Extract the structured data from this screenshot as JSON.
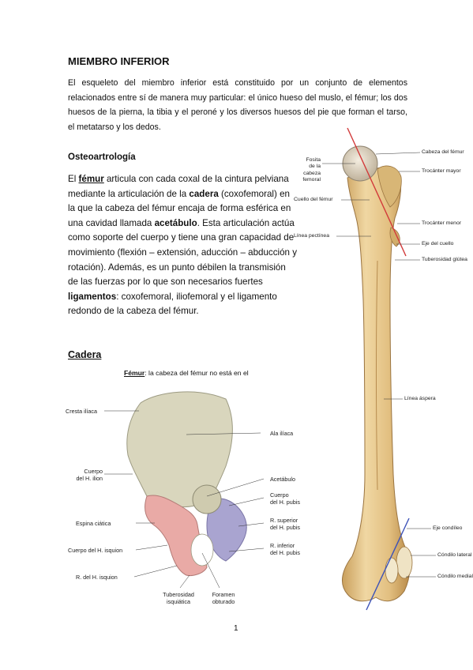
{
  "heading": "MIEMBRO INFERIOR",
  "intro": "El esqueleto del miembro inferior está constituido por un conjunto de elementos relacionados entre sí de manera muy particular: el único hueso del muslo, el fémur; los dos huesos de la pierna, la tibia y el peroné y los diversos huesos del pie que forman el tarso, el metatarso y los dedos.",
  "section_osteo": "Osteoartrología",
  "osteo": {
    "p1": "El ",
    "femur": "fémur",
    "p2": " articula con cada coxal de la cintura pelviana mediante la articulación de la ",
    "cadera": "cadera",
    "p3": " (coxofemoral) en la que la cabeza del fémur encaja de forma esférica en una cavidad llamada ",
    "acetabulo": "acetábulo",
    "p4": ". Esta articulación actúa como soporte del cuerpo y tiene una gran capacidad de movimiento (flexión – extensión, aducción – abducción y rotación). Además, es un punto débilen la transmisión de las fuerzas por lo que son necesarios fuertes ",
    "ligamentos": "ligamentos",
    "p5": ": coxofemoral, iliofemoral y el ligamento redondo de la cabeza del fémur."
  },
  "section_cadera": "Cadera",
  "caption": {
    "bold": "Fémur",
    "rest": ": la cabeza del fémur no está en el"
  },
  "femur_labels": {
    "fosita": "Fosita\nde la cabeza\nfemoral",
    "cuello": "Cuello del fémur",
    "linea_pectinea": "Línea pectínea",
    "cabeza": "Cabeza del fémur",
    "trocanter_mayor": "Trocánter mayor",
    "trocanter_menor": "Trocánter menor",
    "eje_cuello": "Eje del cuello",
    "tuberosidad_glutea": "Tuberosidad glútea",
    "linea_aspera": "Línea áspera",
    "eje_condileo": "Eje condíleo",
    "condilo_lateral": "Cóndilo lateral",
    "condilo_medial": "Cóndilo medial"
  },
  "hip_labels": {
    "cresta_iliaca": "Cresta ilíaca",
    "ala_iliaca": "Ala ilíaca",
    "cuerpo_ilion": "Cuerpo\ndel H. ilion",
    "acetabulo": "Acetábulo",
    "cuerpo_pubis": "Cuerpo\ndel H. pubis",
    "espina_ciatica": "Espina ciática",
    "r_superior_pubis": "R. superior\ndel H. pubis",
    "cuerpo_isquion": "Cuerpo del H. isquion",
    "r_inferior_pubis": "R. inferior\ndel H. pubis",
    "r_isquion": "R. del H. isquion",
    "tuberosidad_isquiatica": "Tuberosidad\nisquiática",
    "foramen_obturado": "Foramen\nobturado"
  },
  "page_number": "1",
  "colors": {
    "ilion": "#d9d6bd",
    "isquion": "#e9aaa6",
    "pubis": "#a9a4d0",
    "bone": "#e7c98e"
  }
}
